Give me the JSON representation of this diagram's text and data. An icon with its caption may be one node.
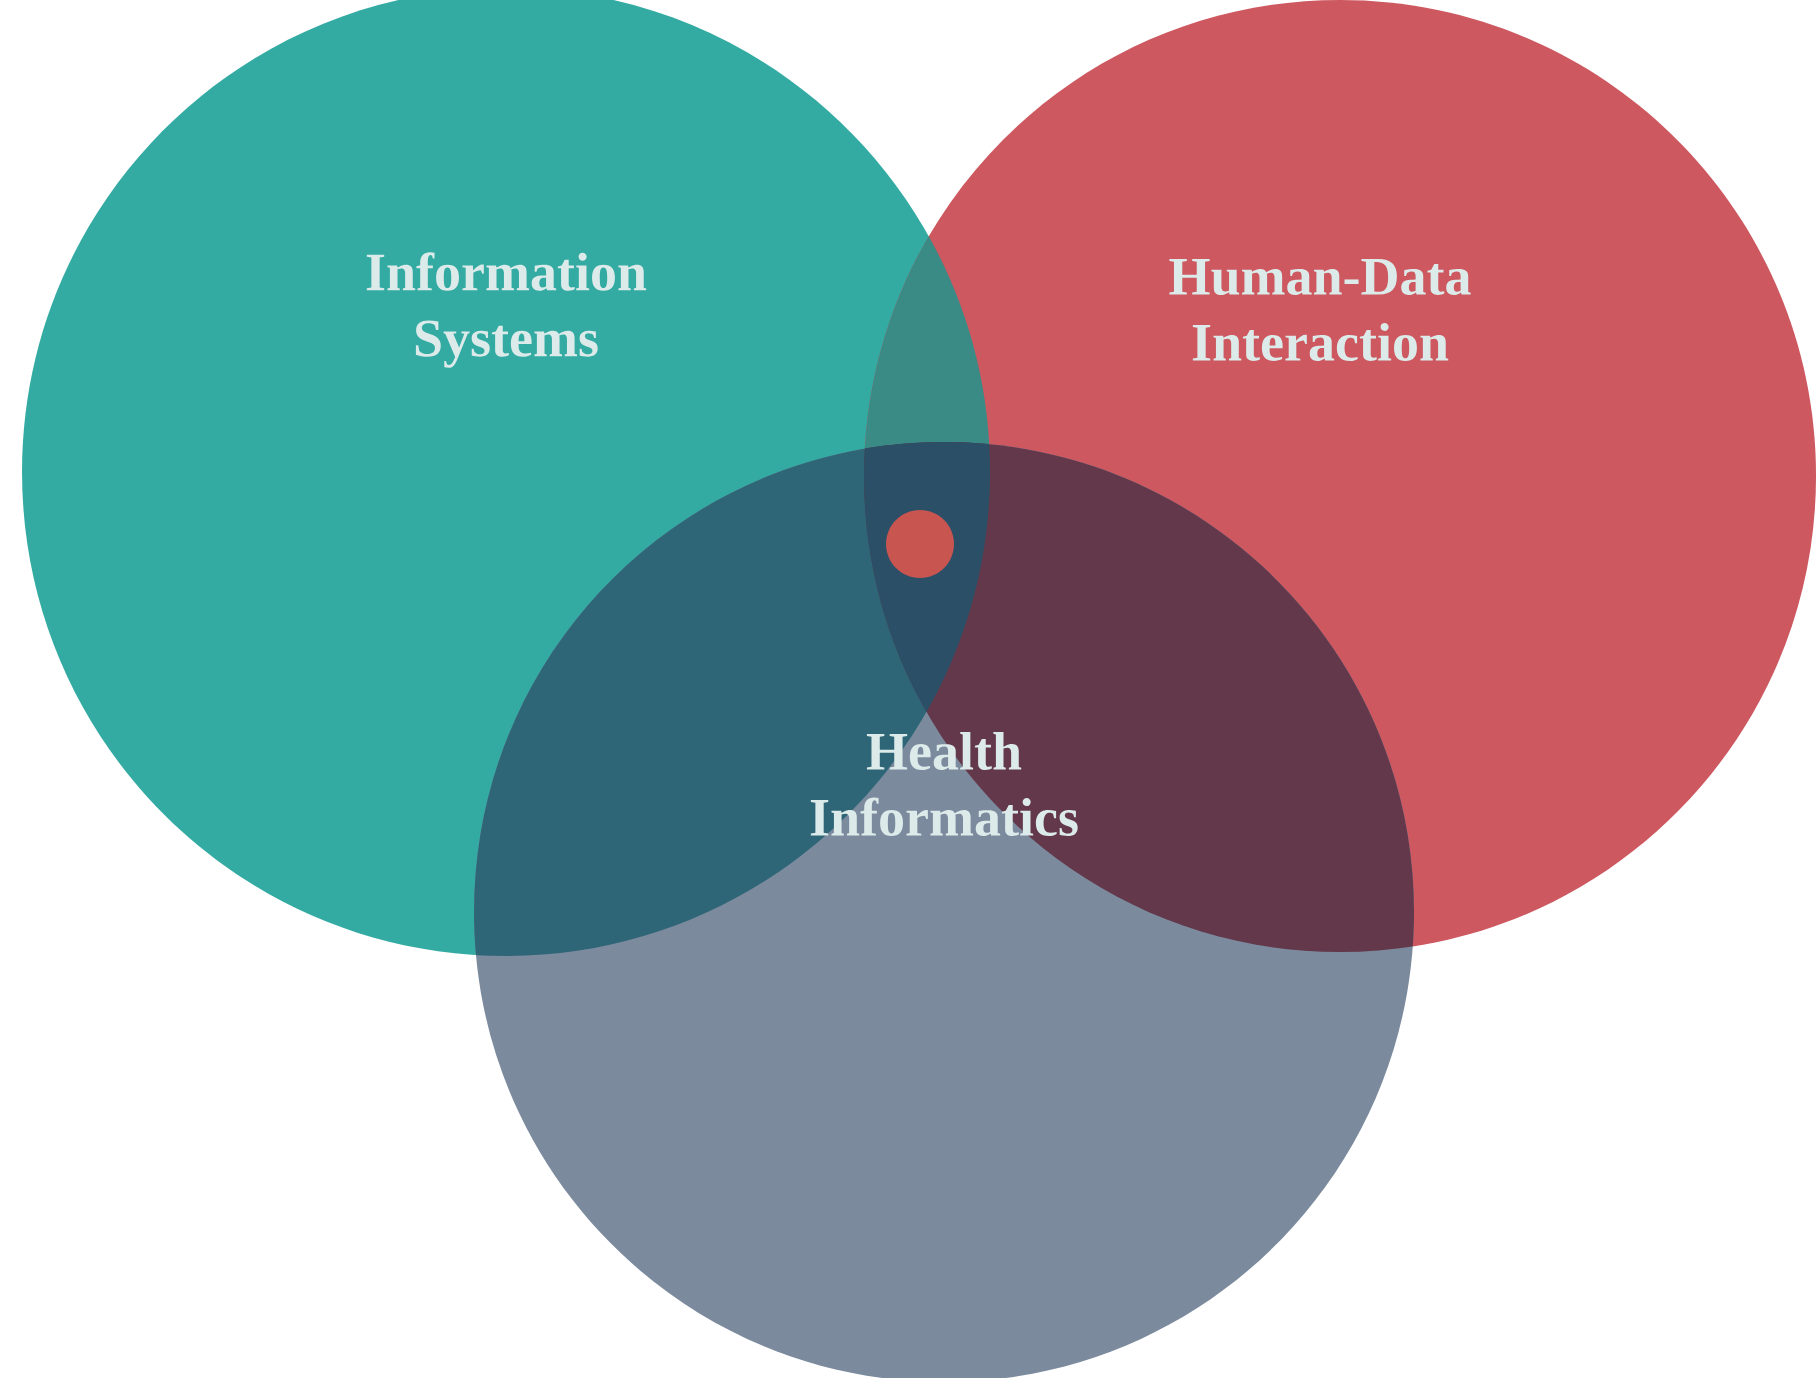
{
  "diagram": {
    "nodes": [
      {
        "text": [
          "Information Systems"
        ]
      },
      {
        "text": [
          "Human-Data Interaction"
        ]
      },
      {
        "text": [
          "Health Informatics"
        ]
      },
      {
        "text": [],
        "shape": "circle"
      }
    ]
  }
}
